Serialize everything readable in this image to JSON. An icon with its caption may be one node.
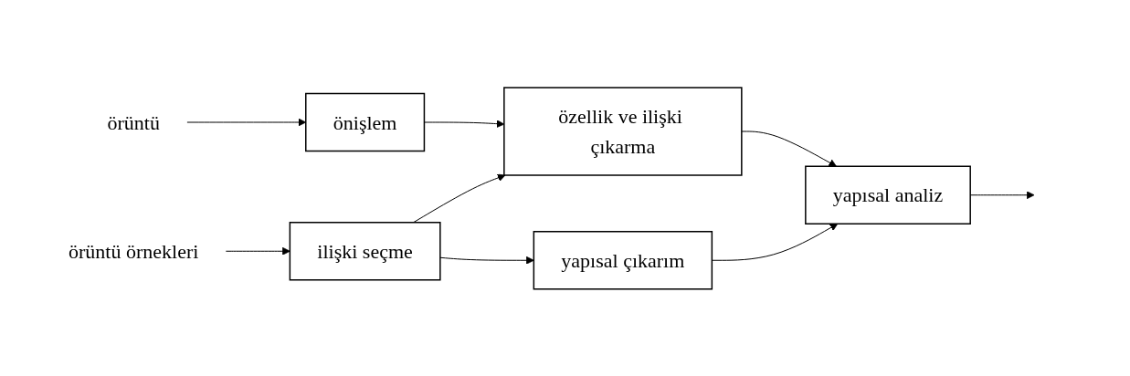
{
  "diagram": {
    "nodes": [
      {
        "text": [
          "örüntü"
        ]
      },
      {
        "text": [
          "önişlem"
        ]
      },
      {
        "text": [
          "özellik ve ilişki çıkarma"
        ]
      },
      {
        "text": [
          "yapısal analiz"
        ]
      },
      {
        "text": [
          "örüntü örnekleri"
        ]
      },
      {
        "text": [
          "ilişki seçme"
        ]
      },
      {
        "text": [
          "yapısal çıkarım"
        ]
      }
    ],
    "edges": [
      {
        "from": 0,
        "to": 1,
        "arrow": "to"
      },
      {
        "from": 1,
        "to": 2,
        "arrow": "to"
      },
      {
        "from": 2,
        "to": 3,
        "arrow": "to"
      },
      {
        "from": 3,
        "to": null,
        "arrow": "to"
      },
      {
        "from": 4,
        "to": 5,
        "arrow": "to"
      },
      {
        "from": 5,
        "to": 2,
        "arrow": "to"
      },
      {
        "from": 5,
        "to": 6,
        "arrow": "to"
      },
      {
        "from": 6,
        "to": 3,
        "arrow": "to"
      }
    ]
  }
}
